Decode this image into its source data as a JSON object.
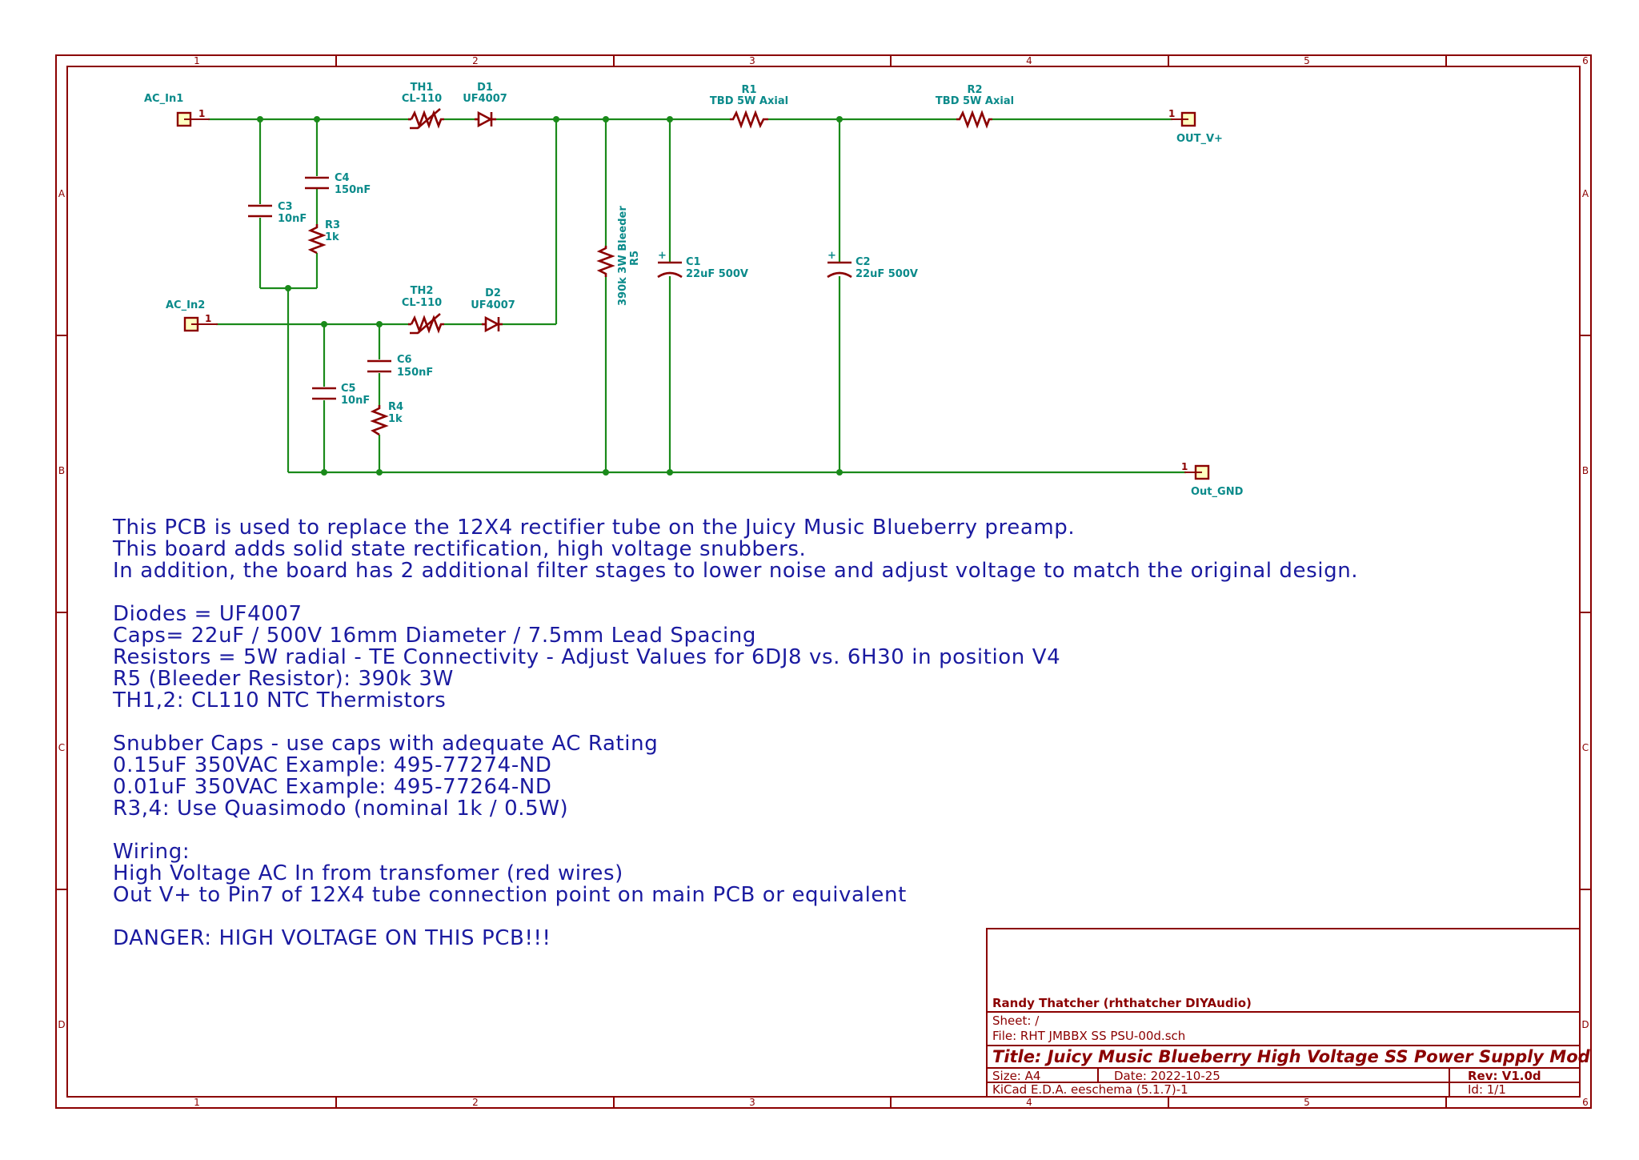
{
  "grid": {
    "columns": [
      "1",
      "2",
      "3",
      "4",
      "5",
      "6"
    ],
    "rows": [
      "A",
      "B",
      "C",
      "D"
    ]
  },
  "connectors": {
    "ac_in1": {
      "ref": "AC_In1",
      "pin": "1"
    },
    "ac_in2": {
      "ref": "AC_In2",
      "pin": "1"
    },
    "out_vplus": {
      "ref": "OUT_V+",
      "pin": "1"
    },
    "out_gnd": {
      "ref": "Out_GND",
      "pin": "1"
    }
  },
  "components": {
    "th1": {
      "ref": "TH1",
      "value": "CL-110"
    },
    "th2": {
      "ref": "TH2",
      "value": "CL-110"
    },
    "d1": {
      "ref": "D1",
      "value": "UF4007"
    },
    "d2": {
      "ref": "D2",
      "value": "UF4007"
    },
    "r1": {
      "ref": "R1",
      "value": "TBD 5W Axial"
    },
    "r2": {
      "ref": "R2",
      "value": "TBD 5W Axial"
    },
    "c3": {
      "ref": "C3",
      "value": "10nF"
    },
    "c4": {
      "ref": "C4",
      "value": "150nF"
    },
    "r3": {
      "ref": "R3",
      "value": "1k"
    },
    "c5": {
      "ref": "C5",
      "value": "10nF"
    },
    "c6": {
      "ref": "C6",
      "value": "150nF"
    },
    "r4": {
      "ref": "R4",
      "value": "1k"
    },
    "r5": {
      "ref": "R5",
      "value": "390k 3W Bleeder"
    },
    "c1": {
      "ref": "C1",
      "value": "22uF 500V",
      "polarity": "+"
    },
    "c2": {
      "ref": "C2",
      "value": "22uF 500V",
      "polarity": "+"
    }
  },
  "notes": [
    "This PCB is used to replace the 12X4 rectifier tube on the Juicy Music Blueberry preamp.",
    "This board adds solid state rectification, high voltage snubbers.",
    "In addition, the board has 2 additional filter stages to lower noise and adjust voltage to match the original design.",
    "",
    "Diodes = UF4007",
    "Caps= 22uF / 500V   16mm Diameter / 7.5mm Lead Spacing",
    "Resistors =  5W radial - TE Connectivity - Adjust Values for 6DJ8 vs. 6H30 in position V4",
    "R5 (Bleeder Resistor): 390k 3W",
    "TH1,2: CL110  NTC Thermistors",
    "",
    "Snubber Caps - use caps with adequate AC Rating",
    "0.15uF 350VAC  Example: 495-77274-ND",
    "0.01uF 350VAC  Example: 495-77264-ND",
    "R3,4: Use Quasimodo (nominal 1k / 0.5W)",
    "",
    "Wiring:",
    "High Voltage AC In from transfomer (red wires)",
    "Out V+ to Pin7 of 12X4 tube connection point on main PCB or equivalent",
    "",
    "DANGER: HIGH VOLTAGE ON THIS PCB!!!"
  ],
  "title_block": {
    "author": "Randy Thatcher (rhthatcher DIYAudio)",
    "sheet": "Sheet: /",
    "file": "File: RHT JMBBX SS PSU-00d.sch",
    "title": "Title: Juicy Music Blueberry High Voltage SS Power Supply Mod",
    "size": "Size: A4",
    "date": "Date: 2022-10-25",
    "rev": "Rev: V1.0d",
    "tool": "KiCad E.D.A.  eeschema (5.1.7)-1",
    "id": "Id: 1/1"
  },
  "colors": {
    "frame": "#8b0000",
    "wire": "#1a8a1a",
    "component": "#8b0000",
    "label": "#0a8a8a",
    "notes": "#1a1aa0",
    "connector_fill": "#ffffc0"
  }
}
